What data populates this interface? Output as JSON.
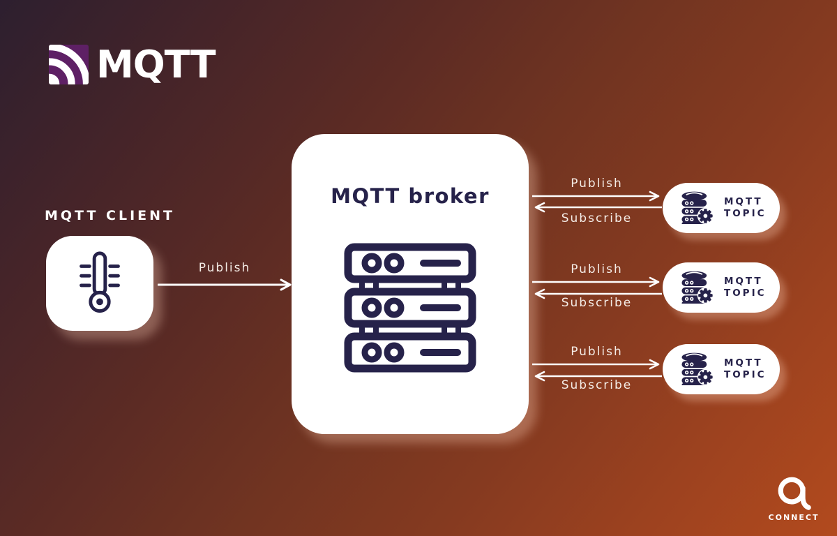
{
  "brand": {
    "name": "MQTT",
    "footer_label": "CONNECT"
  },
  "client": {
    "label": "MQTT CLIENT",
    "icon": "thermometer-icon",
    "publish_label": "Publish"
  },
  "broker": {
    "title": "MQTT broker",
    "icon": "server-rack-icon"
  },
  "topics": [
    {
      "publish_label": "Publish",
      "subscribe_label": "Subscribe",
      "name_line1": "MQTT",
      "name_line2": "TOPIC",
      "icon": "database-gear-icon"
    },
    {
      "publish_label": "Publish",
      "subscribe_label": "Subscribe",
      "name_line1": "MQTT",
      "name_line2": "TOPIC",
      "icon": "database-gear-icon"
    },
    {
      "publish_label": "Publish",
      "subscribe_label": "Subscribe",
      "name_line1": "MQTT",
      "name_line2": "TOPIC",
      "icon": "database-gear-icon"
    }
  ],
  "colors": {
    "background_top_left": "#2d1f2f",
    "background_bottom_right": "#b24a1e",
    "card": "#ffffff",
    "ink_navy": "#26224a",
    "logo_purple": "#5e2065",
    "label_text": "#f4ece6"
  }
}
